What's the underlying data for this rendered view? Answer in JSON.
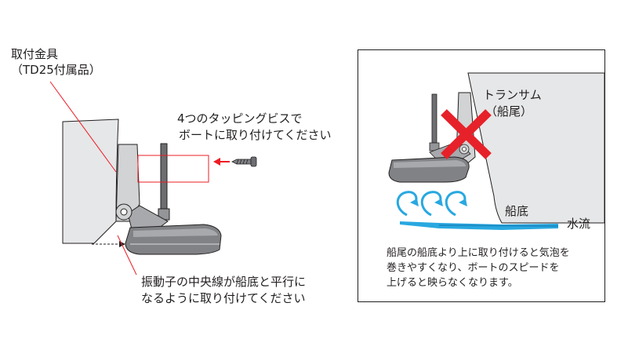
{
  "left_diagram": {
    "bracket_label_line1": "取付金具",
    "bracket_label_line2": "（TD25付属品）",
    "screws_label_line1": "4つのタッピングビスで",
    "screws_label_line2": "ボートに取り付けてください",
    "parallel_label_line1": "振動子の中央線が船底と平行に",
    "parallel_label_line2": "なるように取り付けてください"
  },
  "right_diagram": {
    "transom_label_line1": "トランサム",
    "transom_label_line2": "（船尾）",
    "hull_label": "船底",
    "flow_label": "水流",
    "note_lines": [
      "船尾の船底より上に取り付けると気泡を",
      "巻きやすくなり、ボートのスピードを",
      "上げると映らなくなります。"
    ]
  },
  "colors": {
    "hull": "#e6e7e8",
    "transducer": "#808285",
    "callout_red": "#ed1c24",
    "wrong_mark": "#e62129",
    "flow_blue": "#29a8e0",
    "outline": "#231f20"
  }
}
